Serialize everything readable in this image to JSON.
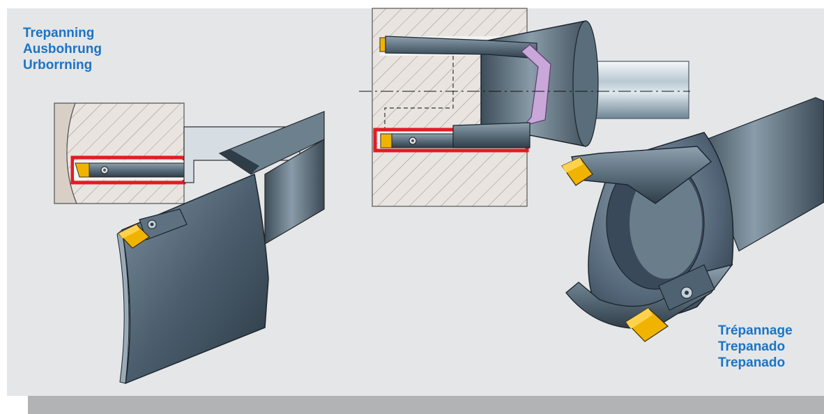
{
  "labels_top_left": [
    "Trepanning",
    "Ausbohrung",
    "Urborrning"
  ],
  "labels_bottom_right": [
    "Trépannage",
    "Trepanado",
    "Trepanado"
  ],
  "colors": {
    "label_text": "#1a74c4",
    "panel": "#e5e6e8",
    "bottom_bar": "#b2b3b5",
    "cut_zone": "#e31b23",
    "insert": "#f0b400",
    "steel": "#4f6272",
    "shim": "#c9a7d8",
    "workpiece": "#d8d0c8"
  }
}
